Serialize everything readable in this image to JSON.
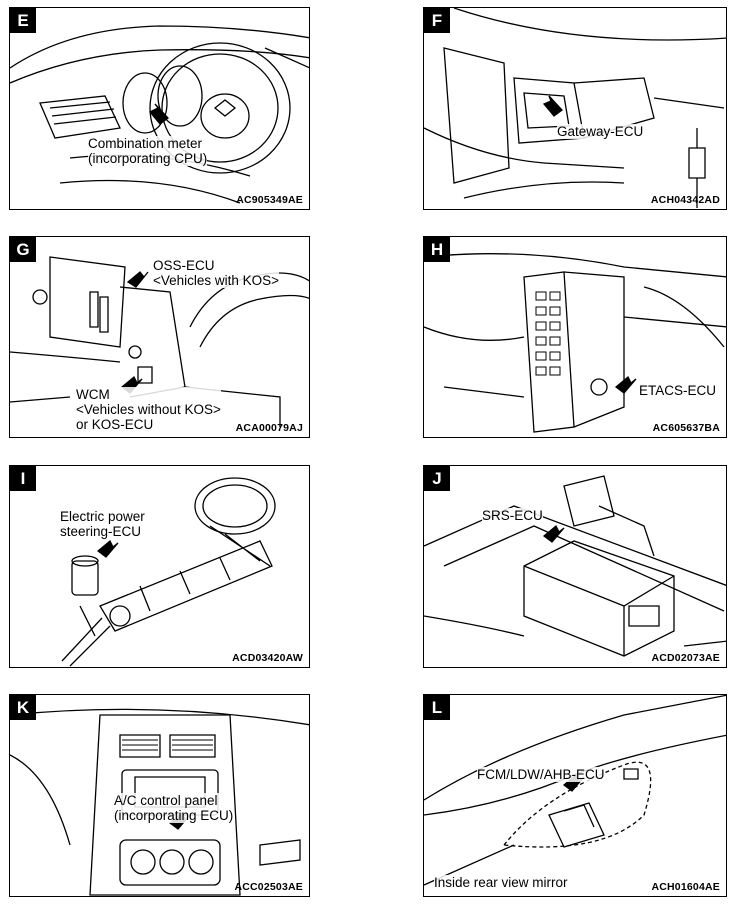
{
  "panels": [
    {
      "letter": "E",
      "code": "AC905349AE",
      "labels": [
        "Combination meter",
        "(incorporating CPU)"
      ]
    },
    {
      "letter": "F",
      "code": "ACH04342AD",
      "labels": [
        "Gateway-ECU"
      ]
    },
    {
      "letter": "G",
      "code": "ACA00079AJ",
      "labels": [
        "OSS-ECU",
        "<Vehicles with KOS>"
      ],
      "labels2": [
        "WCM",
        "<Vehicles without KOS>",
        "or KOS-ECU"
      ]
    },
    {
      "letter": "H",
      "code": "AC605637BA",
      "labels": [
        "ETACS-ECU"
      ]
    },
    {
      "letter": "I",
      "code": "ACD03420AW",
      "labels": [
        "Electric power",
        "steering-ECU"
      ]
    },
    {
      "letter": "J",
      "code": "ACD02073AE",
      "labels": [
        "SRS-ECU"
      ]
    },
    {
      "letter": "K",
      "code": "ACC02503AE",
      "labels": [
        "A/C control panel",
        "(incorporating ECU)"
      ]
    },
    {
      "letter": "L",
      "code": "ACH01604AE",
      "labels": [
        "FCM/LDW/AHB-ECU"
      ],
      "labels2": [
        "Inside rear view mirror"
      ]
    }
  ]
}
